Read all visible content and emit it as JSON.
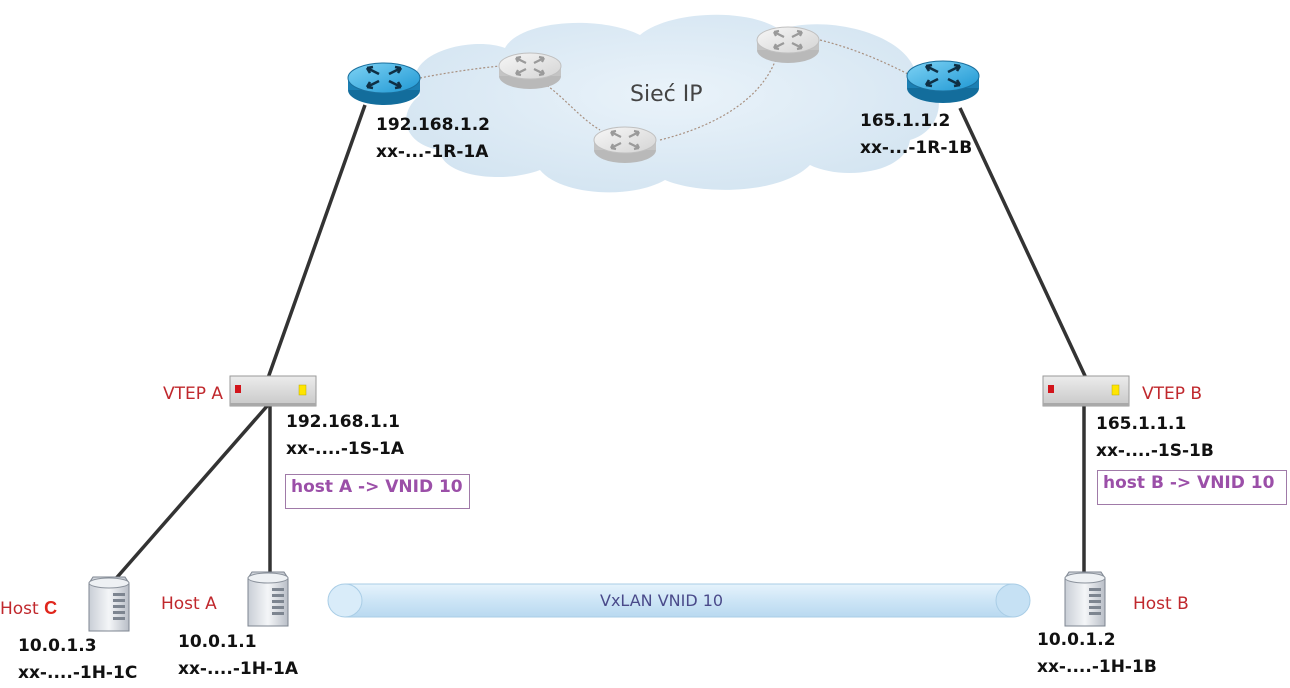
{
  "cloud": {
    "label": "Sieć IP"
  },
  "routers": {
    "a": {
      "ip": "192.168.1.2",
      "mac": "xx-...-1R-1A"
    },
    "b": {
      "ip": "165.1.1.2",
      "mac": "xx-...-1R-1B"
    }
  },
  "vteps": {
    "a": {
      "name": "VTEP A",
      "ip": "192.168.1.1",
      "mac": "xx-....-1S-1A",
      "mapping": "host A -> VNID 10"
    },
    "b": {
      "name": "VTEP B",
      "ip": "165.1.1.1",
      "mac": "xx-....-1S-1B",
      "mapping": "host B -> VNID 10"
    }
  },
  "hosts": {
    "c": {
      "name_prefix": "Host ",
      "name_letter": "C",
      "ip": "10.0.1.3",
      "mac": "xx-....-1H-1C"
    },
    "a": {
      "name": "Host A",
      "ip": "10.0.1.1",
      "mac": "xx-....-1H-1A"
    },
    "b": {
      "name": "Host B",
      "ip": "10.0.1.2",
      "mac": "xx-....-1H-1B"
    }
  },
  "tunnel": {
    "label": "VxLAN VNID 10"
  },
  "colors": {
    "cloud": "#dbe9f4",
    "router_blue": "#2fa6dd",
    "router_gray": "#e3e3e3",
    "link": "#333333",
    "vtep_label": "#c0282d",
    "vnid_box_text": "#9b4fa8",
    "tunnel_fill": "#cfe6f7"
  }
}
